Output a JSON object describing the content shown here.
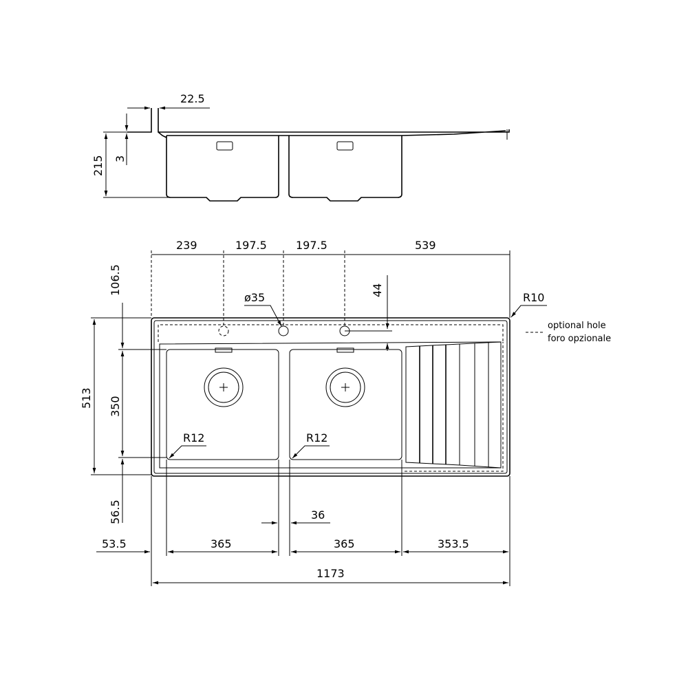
{
  "side_view": {
    "dims": {
      "rim_width": "22.5",
      "rim_thickness": "3",
      "height": "215"
    }
  },
  "top_view": {
    "top_dims": [
      "239",
      "197.5",
      "197.5",
      "539"
    ],
    "left_dims": {
      "overall_depth": "513",
      "bowl_depth": "350",
      "top_offset": "106.5",
      "bottom_offset": "56.5"
    },
    "bottom_dims": [
      "53.5",
      "365",
      "365",
      "353.5"
    ],
    "overall_width": "1173",
    "bowl_gap": "36",
    "hole_offset": "44",
    "hole_diameter": "ø35",
    "corner_radius": "R10",
    "bowl_radius_left": "R12",
    "bowl_radius_right": "R12"
  },
  "legend": {
    "line1": "optional hole",
    "line2": "foro opzionale"
  }
}
